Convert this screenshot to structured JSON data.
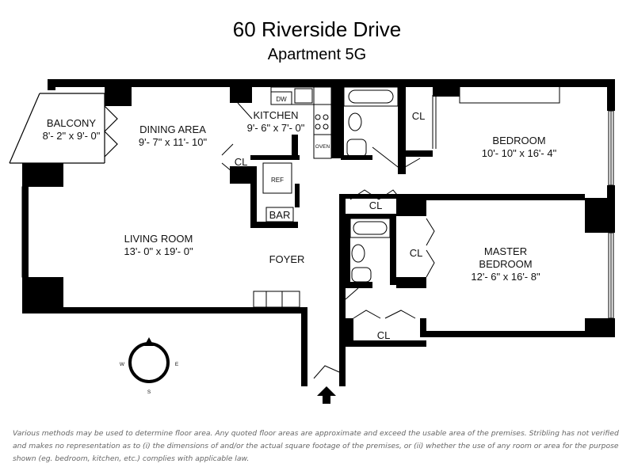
{
  "title": "60 Riverside Drive",
  "subtitle": "Apartment 5G",
  "rooms": {
    "balcony": {
      "name": "BALCONY",
      "dims": "8'- 2\" x 9'- 0\""
    },
    "dining": {
      "name": "DINING AREA",
      "dims": "9'- 7\" x 11'- 10\""
    },
    "kitchen": {
      "name": "KITCHEN",
      "dims": "9'- 6\" x 7'- 0\""
    },
    "living": {
      "name": "LIVING ROOM",
      "dims": "13'- 0\" x 19'- 0\""
    },
    "foyer": {
      "name": "FOYER"
    },
    "bedroom": {
      "name": "BEDROOM",
      "dims": "10'- 10\" x 16'- 4\""
    },
    "master": {
      "name1": "MASTER",
      "name2": "BEDROOM",
      "dims": "12'- 6\" x 16'- 8\""
    }
  },
  "labels": {
    "cl": "CL",
    "dw": "DW",
    "ref": "REF",
    "bar": "BAR",
    "oven": "OVEN"
  },
  "compass": {
    "w": "W",
    "e": "E",
    "s": "S"
  },
  "disclaimer": "Various methods may be used to determine floor area. Any quoted floor areas are approximate and exceed the usable area of the premises. Stribling has not verified and makes no representation as to (i) the dimensions of and/or the actual square footage of the premises, or (ii) whether the use of any room or area for the purpose shown (eg. bedroom, kitchen, etc.) complies with applicable law."
}
